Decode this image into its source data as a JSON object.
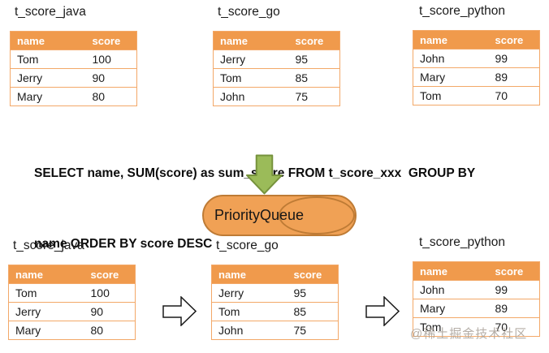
{
  "columns": [
    "name",
    "score"
  ],
  "top": {
    "java": {
      "title": "t_score_java",
      "rows": [
        [
          "Tom",
          "100"
        ],
        [
          "Jerry",
          "90"
        ],
        [
          "Mary",
          "80"
        ]
      ]
    },
    "go": {
      "title": "t_score_go",
      "rows": [
        [
          "Jerry",
          "95"
        ],
        [
          "Tom",
          "85"
        ],
        [
          "John",
          "75"
        ]
      ]
    },
    "python": {
      "title": "t_score_python",
      "rows": [
        [
          "John",
          "99"
        ],
        [
          "Mary",
          "89"
        ],
        [
          "Tom",
          "70"
        ]
      ]
    }
  },
  "sql": {
    "line1": "SELECT name, SUM(score) as sum_score FROM t_score_xxx  GROUP BY",
    "line2": "name ORDER BY score DESC"
  },
  "queue": {
    "label": "PriorityQueue"
  },
  "bottom": {
    "java": {
      "title": "t_score_java",
      "rows": [
        [
          "Tom",
          "100"
        ],
        [
          "Jerry",
          "90"
        ],
        [
          "Mary",
          "80"
        ]
      ]
    },
    "go": {
      "title": "t_score_go",
      "rows": [
        [
          "Jerry",
          "95"
        ],
        [
          "Tom",
          "85"
        ],
        [
          "John",
          "75"
        ]
      ]
    },
    "python": {
      "title": "t_score_python",
      "rows": [
        [
          "John",
          "99"
        ],
        [
          "Mary",
          "89"
        ],
        [
          "Tom",
          "70"
        ]
      ]
    }
  },
  "watermark": "@稀土掘金技术社区",
  "icons": {
    "down_arrow": "block-arrow-down",
    "right_arrow_1": "block-arrow-right",
    "right_arrow_2": "block-arrow-right"
  },
  "colors": {
    "table_header_bg": "#F09A4C",
    "table_border": "#F3A868",
    "green_arrow_fill": "#9BBB59",
    "green_arrow_stroke": "#76923C",
    "queue_fill": "#F0A155",
    "queue_stroke": "#BE7B35",
    "watermark_gray": "#ADA69E"
  }
}
